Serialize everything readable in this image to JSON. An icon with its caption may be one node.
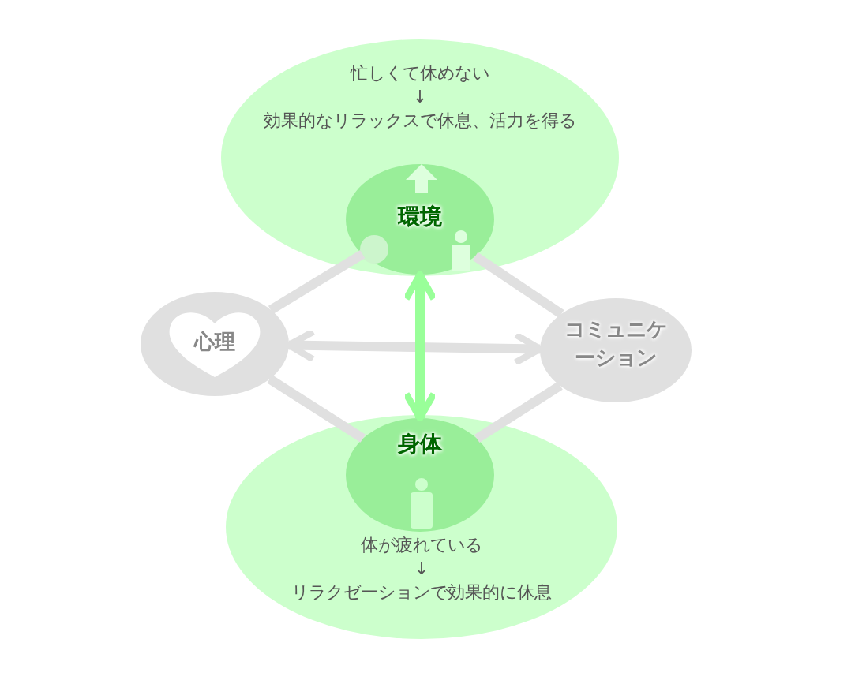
{
  "diagram": {
    "nodes": [
      {
        "text": [
          "忙しくて休めない",
          "↓",
          "効果的なリラックスで休息、活力を得る"
        ]
      },
      {
        "text": [
          "環境"
        ],
        "in": 0
      },
      {
        "text": [
          "心理"
        ]
      },
      {
        "text": [
          "コミュニケーション"
        ]
      },
      {
        "text": [
          "体が疲れている",
          "↓",
          "リラクゼーションで効果的に休息"
        ]
      },
      {
        "text": [
          "身体"
        ],
        "in": 4
      }
    ],
    "edges": [
      {
        "from": 1,
        "to": 2,
        "arrow": "none"
      },
      {
        "from": 1,
        "to": 3,
        "arrow": "none"
      },
      {
        "from": 2,
        "to": 5,
        "arrow": "none"
      },
      {
        "from": 3,
        "to": 5,
        "arrow": "none"
      },
      {
        "from": 2,
        "to": 3,
        "arrow": "both"
      },
      {
        "from": 1,
        "to": 5,
        "arrow": "both",
        "color": "#99ff99"
      }
    ]
  }
}
